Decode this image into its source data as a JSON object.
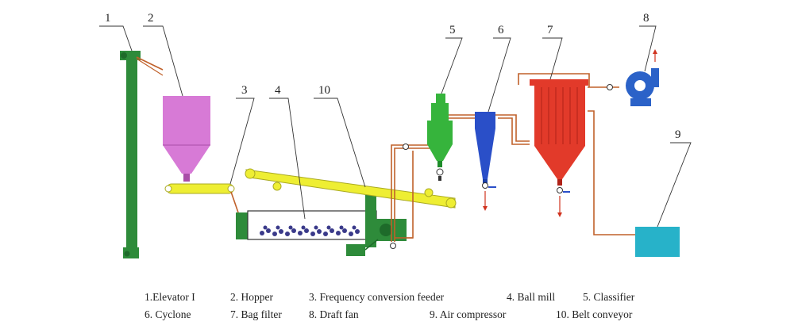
{
  "diagram": {
    "numbers": {
      "n1": "1",
      "n2": "2",
      "n3": "3",
      "n4": "4",
      "n5": "5",
      "n6": "6",
      "n7": "7",
      "n8": "8",
      "n9": "9",
      "n10": "10"
    },
    "legend": {
      "row1": [
        "1.Elevator I",
        "2. Hopper",
        "3. Frequency conversion feeder",
        "4. Ball mill",
        "5. Classifier"
      ],
      "row2": [
        "6. Cyclone",
        "7. Bag filter",
        "8. Draft fan",
        "9. Air compressor",
        "10. Belt conveyor"
      ]
    },
    "colors": {
      "elevator": "#2e8b3a",
      "hopper": "#d77ad6",
      "conveyor": "#eeee33",
      "ball_mill": "#ffffff",
      "classifier": "#36b43c",
      "cyclone": "#2a4fc8",
      "bag_filter": "#e23a2a",
      "draft_fan": "#2b62c8",
      "air_compressor": "#27b2c9",
      "pipe": "#c0602a"
    }
  }
}
